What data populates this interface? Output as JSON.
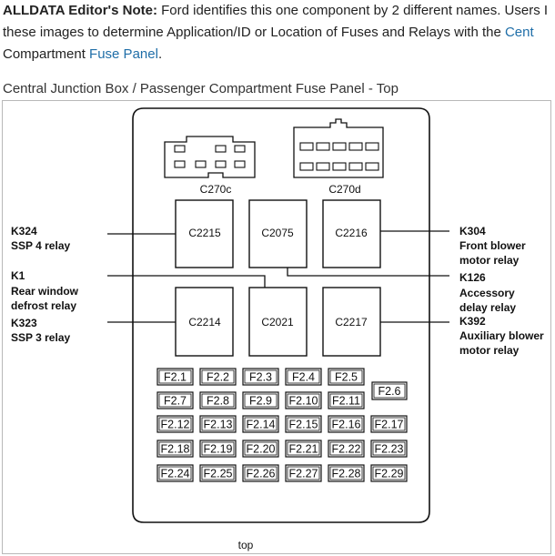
{
  "note": {
    "prefix": "ALLDATA Editor's Note:",
    "line1_text": " Ford identifies this one component by 2 different names. Users I",
    "line2_text": "these images to determine Application/ID or Location of Fuses and Relays with the ",
    "line2_link": "Cent",
    "line3_text": "Compartment ",
    "line3_link": "Fuse Panel",
    "line3_end": "."
  },
  "caption": "Central Junction Box / Passenger Compartment Fuse Panel - Top",
  "connectors": [
    {
      "id": "c270c",
      "label": "C270c"
    },
    {
      "id": "c270d",
      "label": "C270d"
    }
  ],
  "relay_sockets": [
    {
      "id": "c2215",
      "label": "C2215"
    },
    {
      "id": "c2075",
      "label": "C2075"
    },
    {
      "id": "c2216",
      "label": "C2216"
    },
    {
      "id": "c2214",
      "label": "C2214"
    },
    {
      "id": "c2021",
      "label": "C2021"
    },
    {
      "id": "c2217",
      "label": "C2217"
    }
  ],
  "left_labels": [
    {
      "code": "K324",
      "desc": [
        "SSP 4 relay"
      ]
    },
    {
      "code": "K1",
      "desc": [
        "Rear window",
        "defrost relay"
      ]
    },
    {
      "code": "K323",
      "desc": [
        "SSP 3 relay"
      ]
    }
  ],
  "right_labels": [
    {
      "code": "K304",
      "desc": [
        "Front blower",
        "motor relay"
      ]
    },
    {
      "code": "K126",
      "desc": [
        "Accessory",
        "delay relay"
      ]
    },
    {
      "code": "K392",
      "desc": [
        "Auxiliary blower",
        "motor relay"
      ]
    }
  ],
  "fuses": [
    [
      "F2.1",
      "F2.2",
      "F2.3",
      "F2.4",
      "F2.5"
    ],
    [
      "F2.7",
      "F2.8",
      "F2.9",
      "F2.10",
      "F2.11"
    ],
    [
      "F2.12",
      "F2.13",
      "F2.14",
      "F2.15",
      "F2.16",
      "F2.17"
    ],
    [
      "F2.18",
      "F2.19",
      "F2.20",
      "F2.21",
      "F2.22",
      "F2.23"
    ],
    [
      "F2.24",
      "F2.25",
      "F2.26",
      "F2.27",
      "F2.28",
      "F2.29"
    ]
  ],
  "fuse_extra": "F2.6",
  "bottom_label": "top"
}
